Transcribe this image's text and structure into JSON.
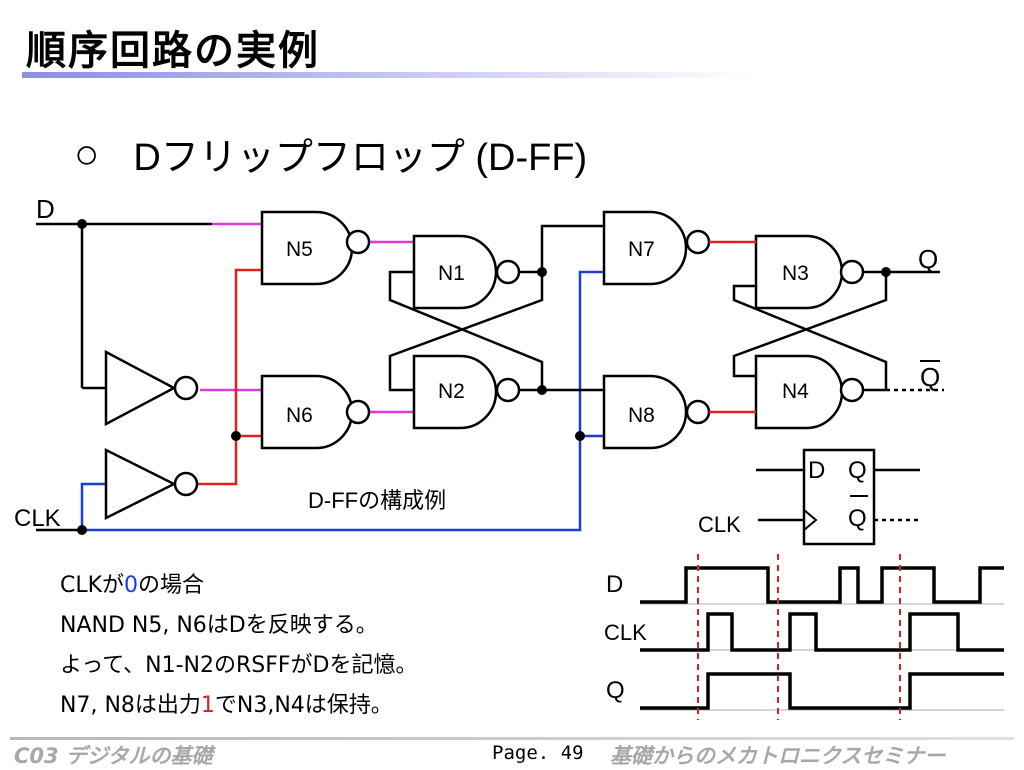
{
  "slide": {
    "title": "順序回路の実例",
    "subtitle_bullet": "○",
    "subtitle": "Dフリップフロップ (D-FF)"
  },
  "circuit": {
    "input_d": "D",
    "input_clk": "CLK",
    "output_q": "Q",
    "output_qbar": "Q",
    "gates": [
      "N1",
      "N2",
      "N3",
      "N4",
      "N5",
      "N6",
      "N7",
      "N8"
    ],
    "caption": "D-FFの構成例",
    "colors": {
      "clk_line": "#1a3fd8",
      "clk_inv_line": "#e0201c",
      "data_line": "#e23ad9",
      "q_line": "#e0201c"
    }
  },
  "symbol": {
    "pin_d": "D",
    "pin_q": "Q",
    "pin_qbar": "Q",
    "clk_label": "CLK"
  },
  "timing": {
    "labels": [
      "D",
      "CLK",
      "Q"
    ],
    "marker_color": "#e0201c"
  },
  "description": {
    "line1_a": "CLKが",
    "line1_b": "0",
    "line1_c": "の場合",
    "line2": "NAND N5, N6はDを反映する。",
    "line3": "よって、N1-N2のRSFFがDを記憶。",
    "line4_a": "N7, N8は出力",
    "line4_b": "1",
    "line4_c": "でN3,N4は保持。"
  },
  "footer": {
    "left": "C03 デジタルの基礎",
    "page": "Page. 49",
    "right": "基礎からのメカトロニクスセミナー"
  }
}
